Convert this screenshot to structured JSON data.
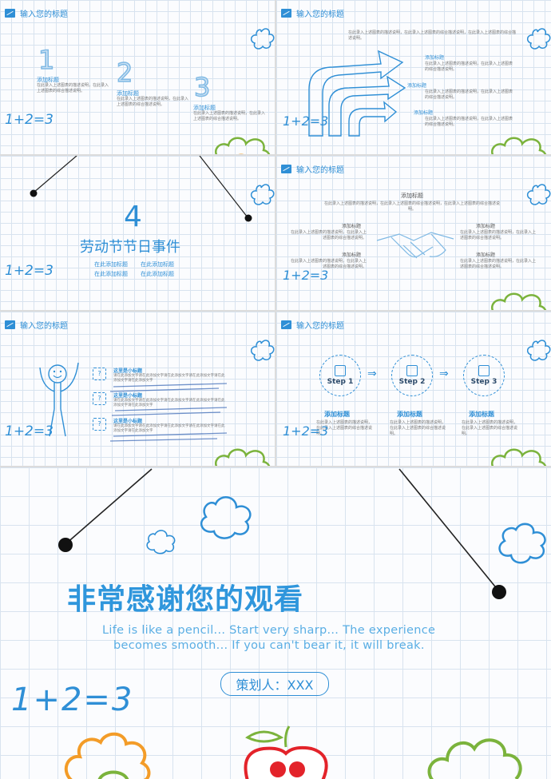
{
  "header_title": "输入您的标题",
  "equation": "1+2=3",
  "add_title": "添加标题",
  "body_short": "在此录入上述图表的描述说明，在此录入上述图表的综合描述说明。",
  "body_long": "在此录入上述图表的描述说明，在此录入上述图表的综合描述说明，在此录入上述图表的综合描述说明。",
  "slide1": {
    "numbers": [
      "1",
      "2",
      "3"
    ]
  },
  "slide3": {
    "number": "4",
    "title": "劳动节节日事件",
    "items": [
      "在此添加标题",
      "在此添加标题",
      "在此添加标题",
      "在此添加标题"
    ]
  },
  "slide5": {
    "subtitle": "这里是小标题",
    "body": "请在此添加文字请在此添加文字请在此添加文字请在此添加文字请在此添加文字请在此添加文字",
    "icons": [
      "?",
      "?",
      "?"
    ]
  },
  "slide6": {
    "steps": [
      "Step 1",
      "Step 2",
      "Step 3"
    ]
  },
  "final": {
    "title": "非常感谢您的观看",
    "quote_line1": "Life is like a pencil... Start very sharp... The experience",
    "quote_line2": "becomes smooth... If you can't bear it, it will break.",
    "planner": "策划人：XXX",
    "equation": "1+2=3"
  }
}
